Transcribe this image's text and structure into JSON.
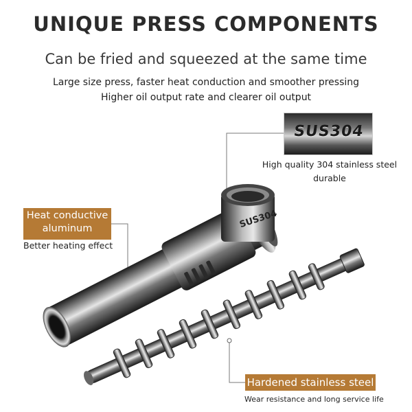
{
  "title": "UNIQUE PRESS COMPONENTS",
  "subtitle": "Can be fried and squeezed at the same time",
  "description_lines": [
    "Large size press, faster heat conduction and smoother pressing",
    "Higher oil output rate and clearer oil output"
  ],
  "inset": {
    "engraving": "SUS304"
  },
  "callouts": {
    "stainless_304": {
      "line1": "High quality 304 stainless steel",
      "line2": "durable"
    },
    "heat_conductive": {
      "badge": "Heat conductive aluminum",
      "note": "Better heating effect"
    },
    "hardened_steel": {
      "badge": "Hardened stainless steel",
      "note": "Wear resistance and long service life"
    }
  },
  "colors": {
    "badge_bg": "#b57a35",
    "title": "#2b2b2b",
    "metal_dark": "#3a3a3a",
    "metal_light": "#d0d0d0"
  },
  "icons": [
    "press-barrel-image",
    "screw-shaft-image",
    "sus304-closeup-image"
  ]
}
